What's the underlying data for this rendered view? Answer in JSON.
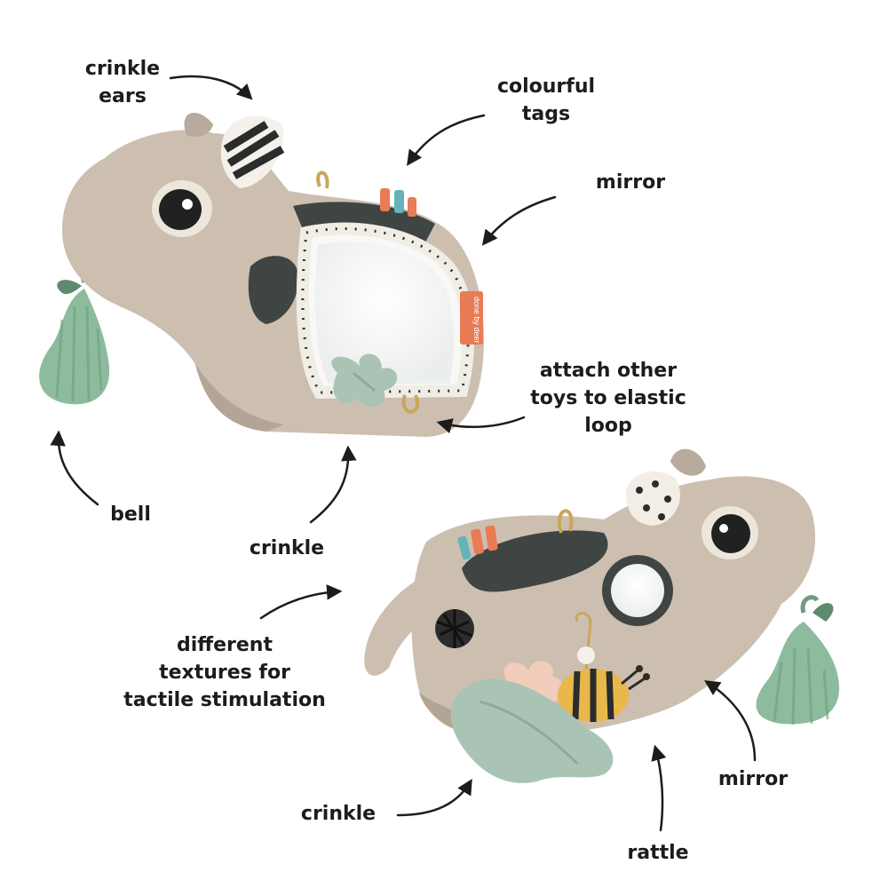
{
  "labels": {
    "crinkle_ears": [
      "crinkle",
      "ears"
    ],
    "colourful_tags": [
      "colourful",
      "tags"
    ],
    "mirror_top": "mirror",
    "attach_loop": [
      "attach other",
      "toys to elastic",
      "loop"
    ],
    "bell": "bell",
    "crinkle_mid": "crinkle",
    "textures": [
      "different",
      "textures for",
      "tactile stimulation"
    ],
    "mirror_bottom": "mirror",
    "crinkle_bottom": "crinkle",
    "rattle": "rattle"
  },
  "tag_text": "done by deer",
  "colors": {
    "plush": "#cdbfb0",
    "plush_shade": "#b3a596",
    "dark_patch": "#3f4543",
    "pear": "#8dbb9e",
    "pear_dark": "#6f9c80",
    "leaf_green": "#a9c4b4",
    "tag_orange": "#e97b55",
    "tag_teal": "#63b3b8",
    "bee_yellow": "#e9b84a",
    "text": "#1c1c1c"
  }
}
